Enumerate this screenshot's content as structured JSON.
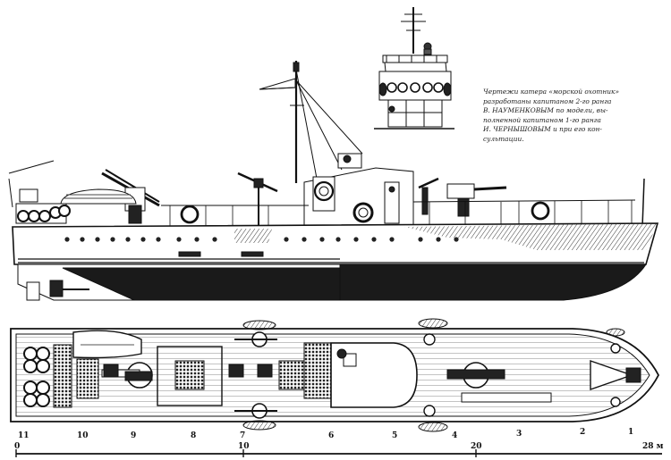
{
  "caption": {
    "lines": [
      "Чертежи катера «морской охотник»",
      "разработаны капитаном 2-го ранга",
      "В. НАУМЕНКОВЫМ по модели, вы-",
      "полненной капитаном 1-го ранга",
      "И. ЧЕРНЫШОВЫМ и при его кон-",
      "сультации."
    ]
  },
  "frames": [
    "11",
    "10",
    "9",
    "8",
    "7",
    "6",
    "5",
    "4",
    "3",
    "2",
    "1"
  ],
  "scale": {
    "zero": "0",
    "mid": "10",
    "twenty": "20",
    "end": "28 м"
  },
  "colors": {
    "ink": "#111111",
    "hull_dark": "#1a1a1a",
    "paper": "#ffffff",
    "deck": "#d9d9d9"
  }
}
